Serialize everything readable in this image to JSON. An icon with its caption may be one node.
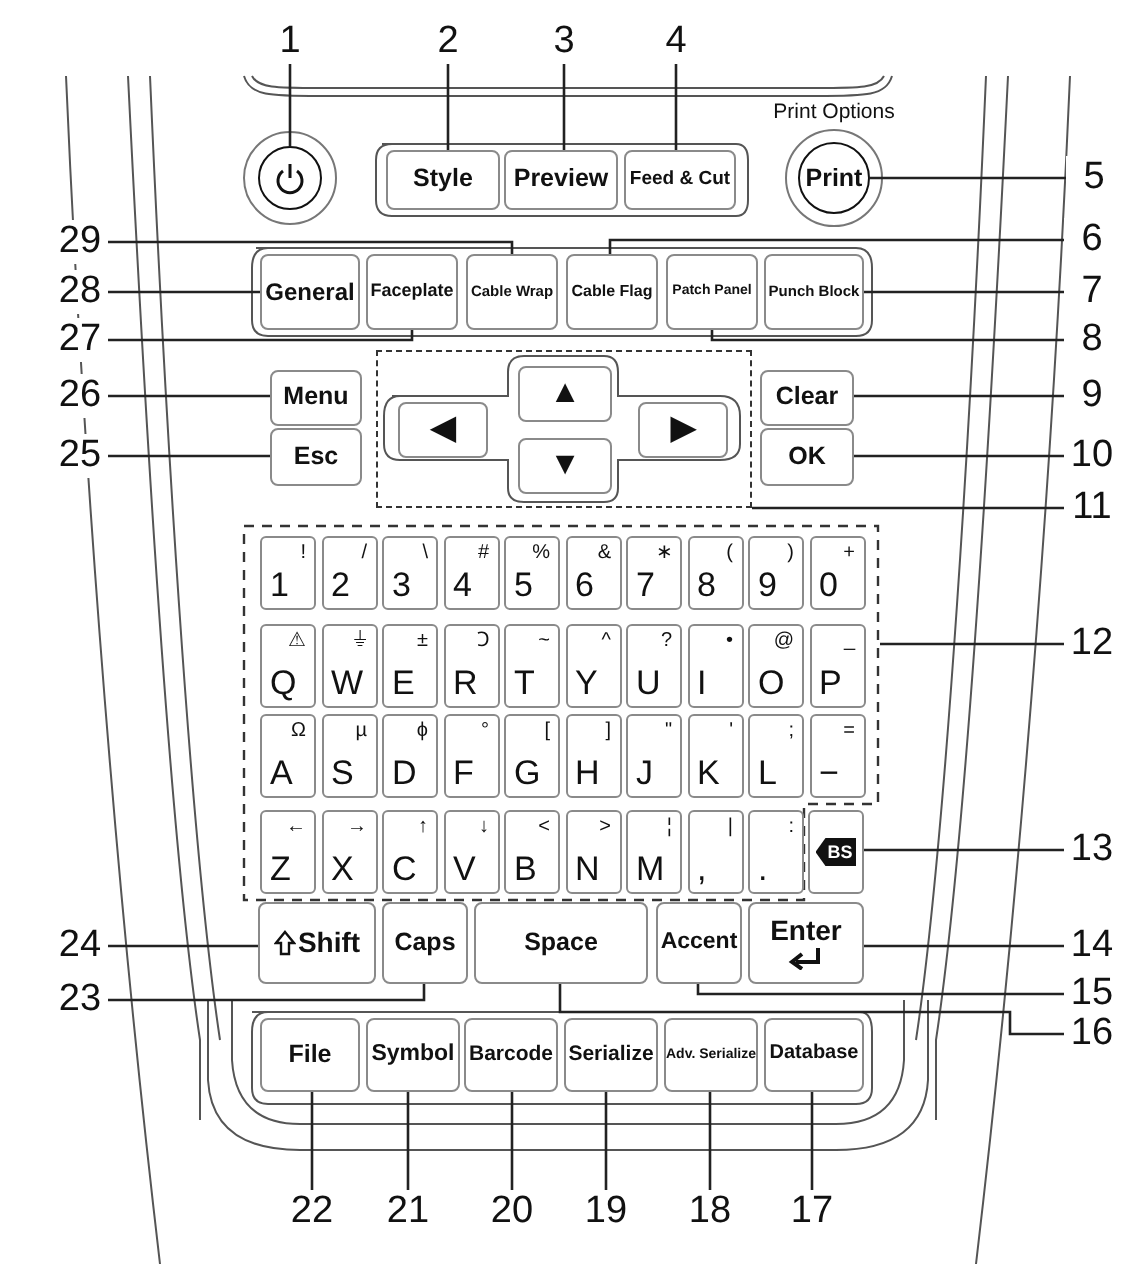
{
  "diagram": {
    "nodes": [
      {
        "text": [
          "1"
        ]
      },
      {
        "text": [],
        "shape": "circle"
      },
      {
        "text": [
          "2"
        ]
      },
      {
        "text": [
          "3"
        ]
      },
      {
        "text": [
          "4"
        ]
      },
      {
        "text": [
          "Style"
        ]
      },
      {
        "text": [
          "Preview"
        ]
      },
      {
        "text": [
          "Feed & Cut"
        ]
      },
      {
        "text": [
          "Print Options",
          "Print"
        ]
      },
      {
        "text": [
          "5"
        ]
      },
      {
        "text": [
          "29"
        ]
      },
      {
        "text": [
          "6"
        ]
      },
      {
        "text": [
          "28"
        ]
      },
      {
        "text": [
          "General"
        ]
      },
      {
        "text": [
          "Faceplate"
        ]
      },
      {
        "text": [
          "Cable Wrap"
        ]
      },
      {
        "text": [
          "Cable Flag"
        ]
      },
      {
        "text": [
          "Patch Panel"
        ]
      },
      {
        "text": [
          "Punch Block"
        ]
      },
      {
        "text": [
          "7"
        ]
      },
      {
        "text": [
          "27"
        ]
      },
      {
        "text": [
          "8"
        ]
      },
      {
        "text": [
          "26"
        ]
      },
      {
        "text": [
          "Menu"
        ]
      },
      {
        "text": [],
        "shape": "box"
      },
      {
        "text": [
          "▲"
        ],
        "in": 24
      },
      {
        "text": [
          "◀"
        ],
        "in": 24
      },
      {
        "text": [
          "▶"
        ],
        "in": 24
      },
      {
        "text": [
          "▼"
        ],
        "in": 24
      },
      {
        "text": [
          "Clear"
        ]
      },
      {
        "text": [
          "9"
        ]
      },
      {
        "text": [
          "25"
        ]
      },
      {
        "text": [
          "Esc"
        ]
      },
      {
        "text": [
          "OK"
        ]
      },
      {
        "text": [
          "10"
        ]
      },
      {
        "text": [
          "11"
        ]
      },
      {
        "text": [],
        "shape": "box"
      },
      {
        "text": [
          "!",
          "1"
        ],
        "in": 36
      },
      {
        "text": [
          "/",
          "2"
        ],
        "in": 36
      },
      {
        "text": [
          "\\",
          "3"
        ],
        "in": 36
      },
      {
        "text": [
          "#",
          "4"
        ],
        "in": 36
      },
      {
        "text": [
          "%",
          "5"
        ],
        "in": 36
      },
      {
        "text": [
          "&",
          "6"
        ],
        "in": 36
      },
      {
        "text": [
          "∗",
          "7"
        ],
        "in": 36
      },
      {
        "text": [
          "(",
          "8"
        ],
        "in": 36
      },
      {
        "text": [
          ")",
          "9"
        ],
        "in": 36
      },
      {
        "text": [
          "+",
          "0"
        ],
        "in": 36
      },
      {
        "text": [
          "⚠",
          "Q"
        ],
        "in": 36
      },
      {
        "text": [
          "⏚",
          "W"
        ],
        "in": 36
      },
      {
        "text": [
          "±",
          "E"
        ],
        "in": 36
      },
      {
        "text": [
          "Ↄ",
          "R"
        ],
        "in": 36
      },
      {
        "text": [
          "~",
          "T"
        ],
        "in": 36
      },
      {
        "text": [
          "^",
          "Y"
        ],
        "in": 36
      },
      {
        "text": [
          "?",
          "U"
        ],
        "in": 36
      },
      {
        "text": [
          "•",
          "I"
        ],
        "in": 36
      },
      {
        "text": [
          "@",
          "O"
        ],
        "in": 36
      },
      {
        "text": [
          "_",
          "P"
        ],
        "in": 36
      },
      {
        "text": [
          "Ω",
          "A"
        ],
        "in": 36
      },
      {
        "text": [
          "µ",
          "S"
        ],
        "in": 36
      },
      {
        "text": [
          "ϕ",
          "D"
        ],
        "in": 36
      },
      {
        "text": [
          "°",
          "F"
        ],
        "in": 36
      },
      {
        "text": [
          "[",
          "G"
        ],
        "in": 36
      },
      {
        "text": [
          "]",
          "H"
        ],
        "in": 36
      },
      {
        "text": [
          "\"",
          "J"
        ],
        "in": 36
      },
      {
        "text": [
          "'",
          "K"
        ],
        "in": 36
      },
      {
        "text": [
          ";",
          "L"
        ],
        "in": 36
      },
      {
        "text": [
          "=",
          "−"
        ],
        "in": 36
      },
      {
        "text": [
          "←",
          "Z"
        ],
        "in": 36
      },
      {
        "text": [
          "→",
          "X"
        ],
        "in": 36
      },
      {
        "text": [
          "↑",
          "C"
        ],
        "in": 36
      },
      {
        "text": [
          "↓",
          "V"
        ],
        "in": 36
      },
      {
        "text": [
          "<",
          "B"
        ],
        "in": 36
      },
      {
        "text": [
          ">",
          "N"
        ],
        "in": 36
      },
      {
        "text": [
          "¦",
          "M"
        ],
        "in": 36
      },
      {
        "text": [
          "|",
          ","
        ],
        "in": 36
      },
      {
        "text": [
          ":",
          "."
        ],
        "in": 36
      },
      {
        "text": [
          "BS"
        ]
      },
      {
        "text": [
          "12"
        ]
      },
      {
        "text": [
          "13"
        ]
      },
      {
        "text": [
          "24"
        ]
      },
      {
        "text": [
          "Shift"
        ]
      },
      {
        "text": [
          "Caps"
        ]
      },
      {
        "text": [
          "Space"
        ]
      },
      {
        "text": [
          "Accent"
        ]
      },
      {
        "text": [
          "Enter"
        ]
      },
      {
        "text": [
          "14"
        ]
      },
      {
        "text": [
          "23"
        ]
      },
      {
        "text": [
          "15"
        ]
      },
      {
        "text": [
          "16"
        ]
      },
      {
        "text": [
          "File"
        ]
      },
      {
        "text": [
          "Symbol"
        ]
      },
      {
        "text": [
          "Barcode"
        ]
      },
      {
        "text": [
          "Serialize"
        ]
      },
      {
        "text": [
          "Adv. Serialize"
        ]
      },
      {
        "text": [
          "Database"
        ]
      },
      {
        "text": [
          "22"
        ]
      },
      {
        "text": [
          "21"
        ]
      },
      {
        "text": [
          "20"
        ]
      },
      {
        "text": [
          "19"
        ]
      },
      {
        "text": [
          "18"
        ]
      },
      {
        "text": [
          "17"
        ]
      }
    ],
    "edges": [
      {
        "from": 0,
        "to": 1,
        "arrow": "none"
      },
      {
        "from": 2,
        "to": 5,
        "arrow": "none"
      },
      {
        "from": 3,
        "to": 6,
        "arrow": "none"
      },
      {
        "from": 4,
        "to": 7,
        "arrow": "none"
      },
      {
        "from": 9,
        "to": 8,
        "arrow": "none"
      },
      {
        "from": 10,
        "to": 15,
        "arrow": "none"
      },
      {
        "from": 11,
        "to": 16,
        "arrow": "none"
      },
      {
        "from": 12,
        "to": 13,
        "arrow": "none"
      },
      {
        "from": 19,
        "to": 18,
        "arrow": "none"
      },
      {
        "from": 20,
        "to": 14,
        "arrow": "none"
      },
      {
        "from": 21,
        "to": 17,
        "arrow": "none"
      },
      {
        "from": 22,
        "to": 23,
        "arrow": "none"
      },
      {
        "from": 30,
        "to": 29,
        "arrow": "none"
      },
      {
        "from": 31,
        "to": 32,
        "arrow": "none"
      },
      {
        "from": 34,
        "to": 33,
        "arrow": "none"
      },
      {
        "from": 35,
        "to": 24,
        "arrow": "none"
      },
      {
        "from": 77,
        "to": 36,
        "arrow": "none"
      },
      {
        "from": 78,
        "to": 76,
        "arrow": "none"
      },
      {
        "from": 79,
        "to": 80,
        "arrow": "none"
      },
      {
        "from": 85,
        "to": 84,
        "arrow": "none"
      },
      {
        "from": 86,
        "to": 81,
        "arrow": "none"
      },
      {
        "from": 87,
        "to": 83,
        "arrow": "none"
      },
      {
        "from": 88,
        "to": 82,
        "arrow": "none"
      },
      {
        "from": 95,
        "to": 89,
        "arrow": "none"
      },
      {
        "from": 96,
        "to": 90,
        "arrow": "none"
      },
      {
        "from": 97,
        "to": 91,
        "arrow": "none"
      },
      {
        "from": 98,
        "to": 92,
        "arrow": "none"
      },
      {
        "from": 99,
        "to": 93,
        "arrow": "none"
      },
      {
        "from": 100,
        "to": 94,
        "arrow": "none"
      }
    ]
  }
}
